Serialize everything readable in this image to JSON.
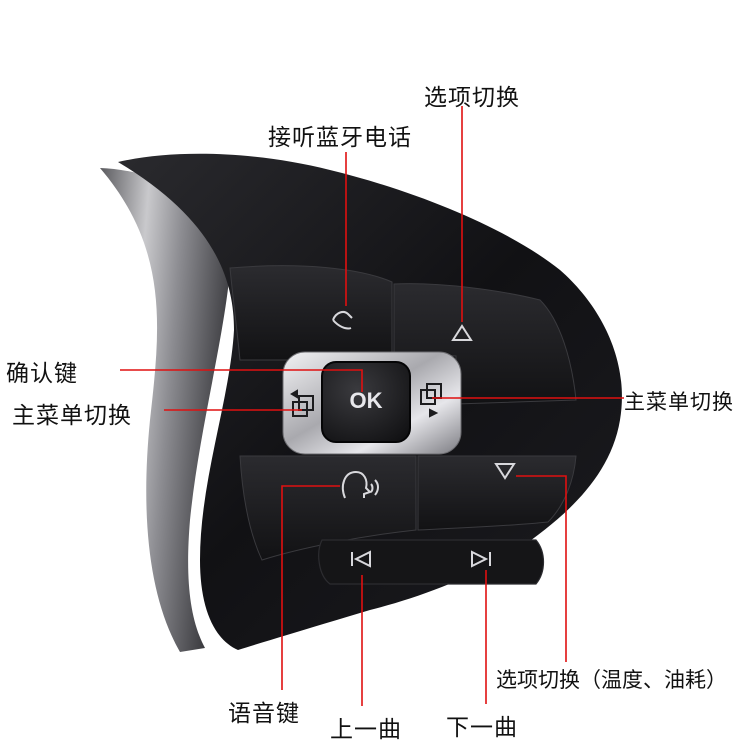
{
  "labels": {
    "answer_call": "接听蓝牙电话",
    "option_up": "选项切换",
    "confirm": "确认键",
    "main_menu_left": "主菜单切换",
    "main_menu_right": "主菜单切换",
    "option_down": "选项切换（温度、油耗）",
    "voice": "语音键",
    "prev_track": "上一曲",
    "next_track": "下一曲"
  },
  "buttons": {
    "ok": "OK"
  },
  "icons": {
    "phone": "phone-icon",
    "up": "triangle-up-icon",
    "down": "triangle-down-icon",
    "menu_left": "menu-switch-icon",
    "menu_right": "menu-switch-icon",
    "voice": "voice-command-icon",
    "prev": "skip-previous-icon",
    "next": "skip-next-icon"
  },
  "colors": {
    "leader_line": "#e01010",
    "panel": "#141416",
    "chrome": "#c9c9cc"
  }
}
